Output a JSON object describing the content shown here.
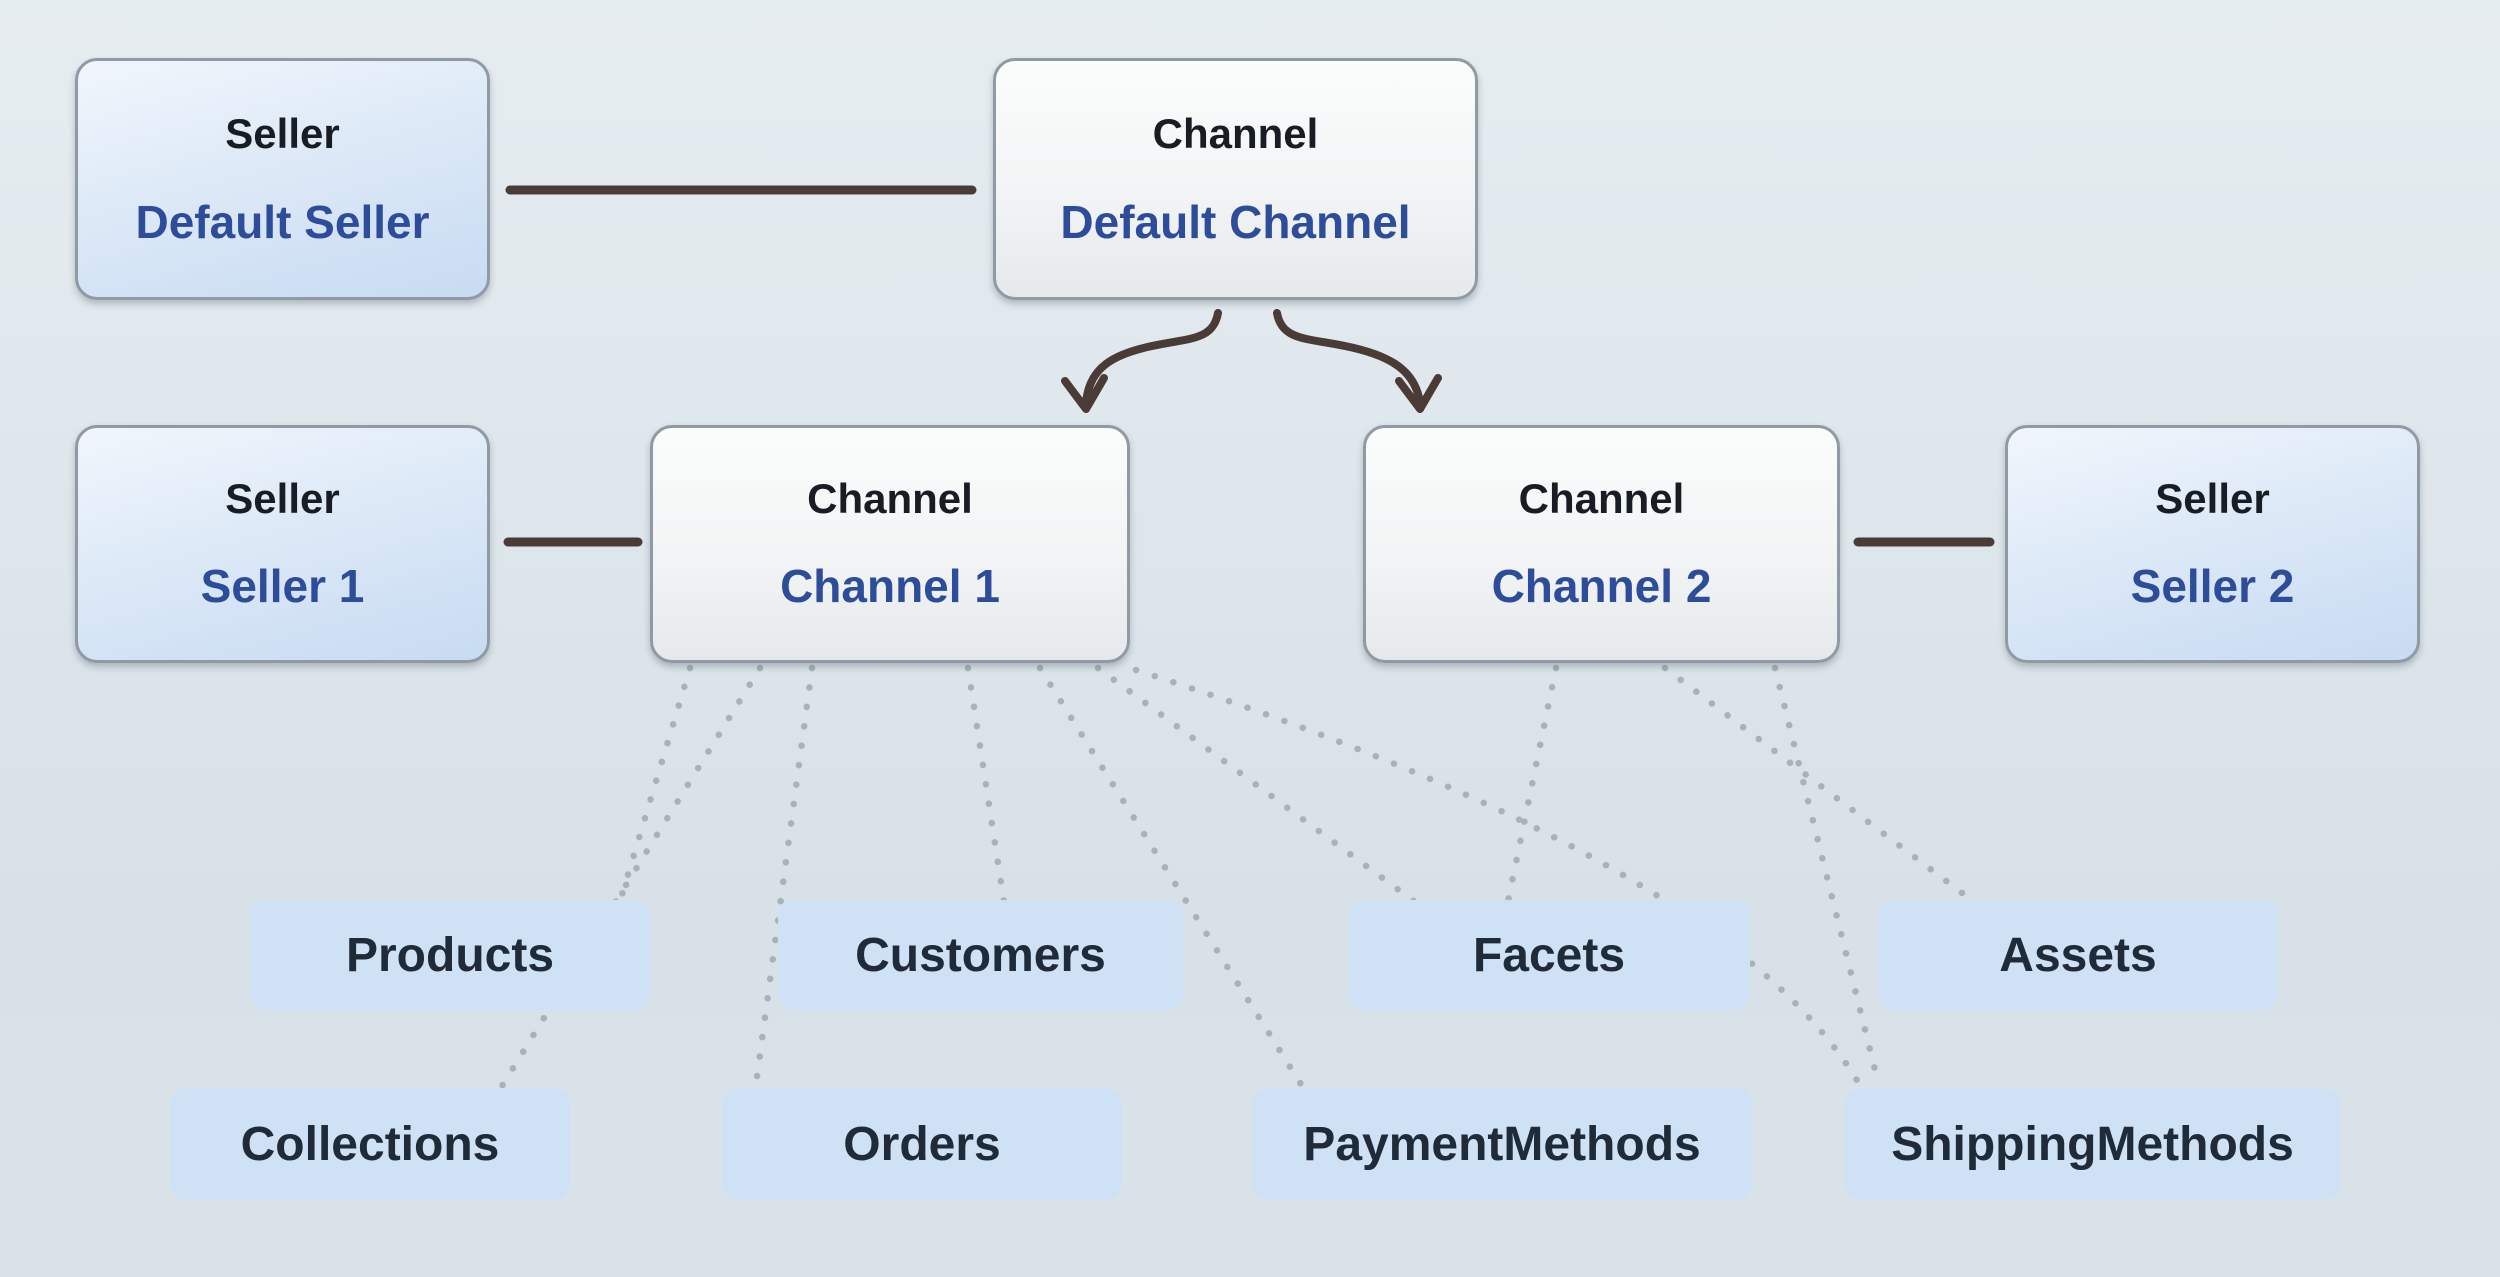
{
  "diagram": {
    "nodes": {
      "default_seller": {
        "type": "Seller",
        "name": "Default Seller"
      },
      "default_channel": {
        "type": "Channel",
        "name": "Default Channel"
      },
      "seller_1": {
        "type": "Seller",
        "name": "Seller 1"
      },
      "channel_1": {
        "type": "Channel",
        "name": "Channel 1"
      },
      "channel_2": {
        "type": "Channel",
        "name": "Channel 2"
      },
      "seller_2": {
        "type": "Seller",
        "name": "Seller 2"
      }
    },
    "entities": {
      "products": "Products",
      "customers": "Customers",
      "facets": "Facets",
      "assets": "Assets",
      "collections": "Collections",
      "orders": "Orders",
      "payment_methods": "PaymentMethods",
      "shipping_methods": "ShippingMethods"
    },
    "colors": {
      "background_top": "#e6edf1",
      "background_bottom": "#d7e1e7",
      "seller_box_top": "#f1f6fc",
      "seller_box_bottom": "#c7dbf2",
      "channel_box_top": "#fbfcfc",
      "channel_box_bottom": "#e6e9eb",
      "entity_box": "#cfe1f4",
      "node_border": "#8f9aa4",
      "type_text": "#181d24",
      "name_text": "#2d4c99",
      "entity_text": "#202b3a",
      "solid_line": "#4b3b37",
      "dotted_line": "#a9b2ba"
    }
  }
}
